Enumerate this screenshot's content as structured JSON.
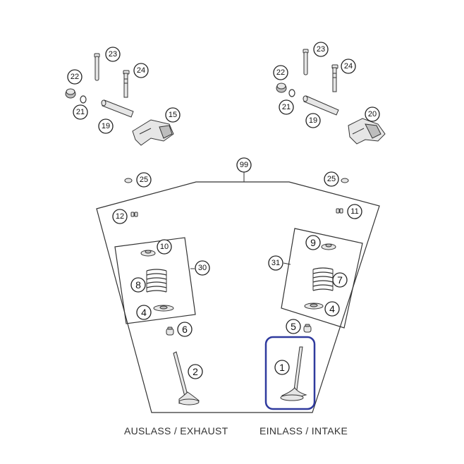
{
  "callouts": {
    "c23_left": "23",
    "c24_left": "24",
    "c22_left": "22",
    "c21_left": "21",
    "c19_left": "19",
    "c15": "15",
    "c23_right": "23",
    "c24_right": "24",
    "c22_right": "22",
    "c21_right": "21",
    "c19_right": "19",
    "c20": "20",
    "c99": "99",
    "c25_left": "25",
    "c25_right": "25",
    "c12": "12",
    "c11": "11",
    "c10": "10",
    "c30": "30",
    "c8": "8",
    "c4_left": "4",
    "c6": "6",
    "c2": "2",
    "c9": "9",
    "c31": "31",
    "c7": "7",
    "c4_right": "4",
    "c5": "5",
    "c1": "1"
  },
  "labels": {
    "exhaust": "AUSLASS / EXHAUST",
    "intake": "EINLASS / INTAKE"
  },
  "highlight_color": "#2f3a9e"
}
